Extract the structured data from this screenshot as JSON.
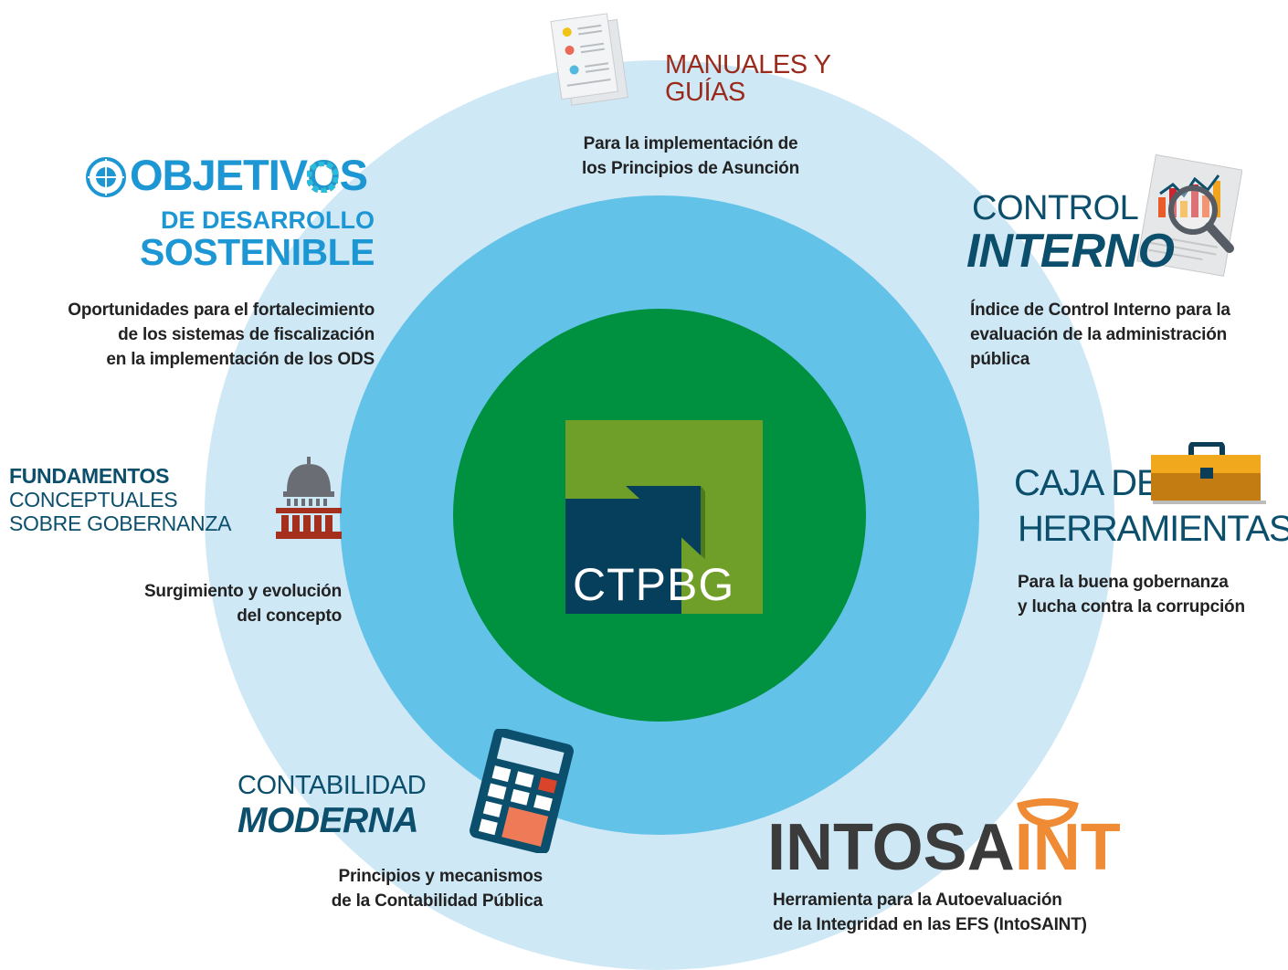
{
  "center_logo": {
    "text_dark": "CTP",
    "text_light": "BG",
    "colors": {
      "light_green": "#6f9f28",
      "dark_blue": "#063f5c",
      "ring_green": "#009140"
    }
  },
  "manuales": {
    "title_line1": "MANUALES Y",
    "title_line2": "GUÍAS",
    "desc_line1": "Para la implementación de",
    "desc_line2": "los Principios de Asunción",
    "icon": "document-list-icon"
  },
  "ods": {
    "title_line1": "OBJETIVOS",
    "title_line2": "DE DESARROLLO",
    "title_line3": "SOSTENIBLE",
    "desc_line1": "Oportunidades para el fortalecimiento",
    "desc_line2": "de los sistemas de fiscalización",
    "desc_line3": "en la implementación de los ODS",
    "icon": "un-emblem-icon"
  },
  "control": {
    "title_line1": "CONTROL",
    "title_line2": "INTERNO",
    "desc_line1": "Índice de Control Interno para la",
    "desc_line2": "evaluación de la administración",
    "desc_line3": "pública",
    "icon": "chart-magnifier-icon"
  },
  "fundamentos": {
    "title_line1": "FUNDAMENTOS",
    "title_line2": "CONCEPTUALES",
    "title_line3": "SOBRE GOBERNANZA",
    "desc_line1": "Surgimiento y evolución",
    "desc_line2": "del concepto",
    "icon": "government-building-icon"
  },
  "caja": {
    "title_line1": "CAJA DE",
    "title_line2": "HERRAMIENTAS",
    "desc_line1": "Para la buena gobernanza",
    "desc_line2": "y lucha contra la corrupción",
    "icon": "toolbox-icon"
  },
  "contabilidad": {
    "title_line1": "CONTABILIDAD",
    "title_line2": "MODERNA",
    "desc_line1": "Principios y mecanismos",
    "desc_line2": "de la Contabilidad Pública",
    "icon": "calculator-icon"
  },
  "intosaint": {
    "logo_dark": "INTOSA",
    "logo_orange": "INT",
    "desc_line1": "Herramienta para la Autoevaluación",
    "desc_line2": "de la Integridad en las EFS (IntoSAINT)",
    "colors": {
      "dark": "#3b3b3b",
      "orange": "#ef8b35"
    }
  }
}
